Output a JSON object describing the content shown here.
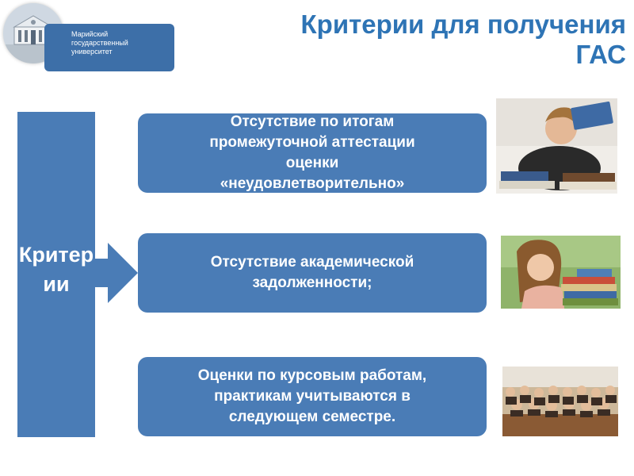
{
  "university_name": "Марийский\nгосударственный\nуниверситет",
  "title": "Критерии для получения\nГАС",
  "left_label": "Критерии",
  "criteria": [
    "Отсутствие по итогам\nпромежуточной аттестации\nоценки\n«неудовлетворительно»",
    "Отсутствие академической\nзадолженности;",
    "Оценки по курсовым работам,\nпрактикам учитываются в\nследующем семестре."
  ],
  "colors": {
    "accent": "#2e74b5",
    "box": "#4a7cb6",
    "box_dark": "#3d6fa8"
  },
  "icons": [
    "university-building-logo",
    "arrow-right-icon"
  ],
  "photos": [
    "student-with-books-photo",
    "girl-with-books-photo",
    "students-in-lecture-hall-photo"
  ]
}
